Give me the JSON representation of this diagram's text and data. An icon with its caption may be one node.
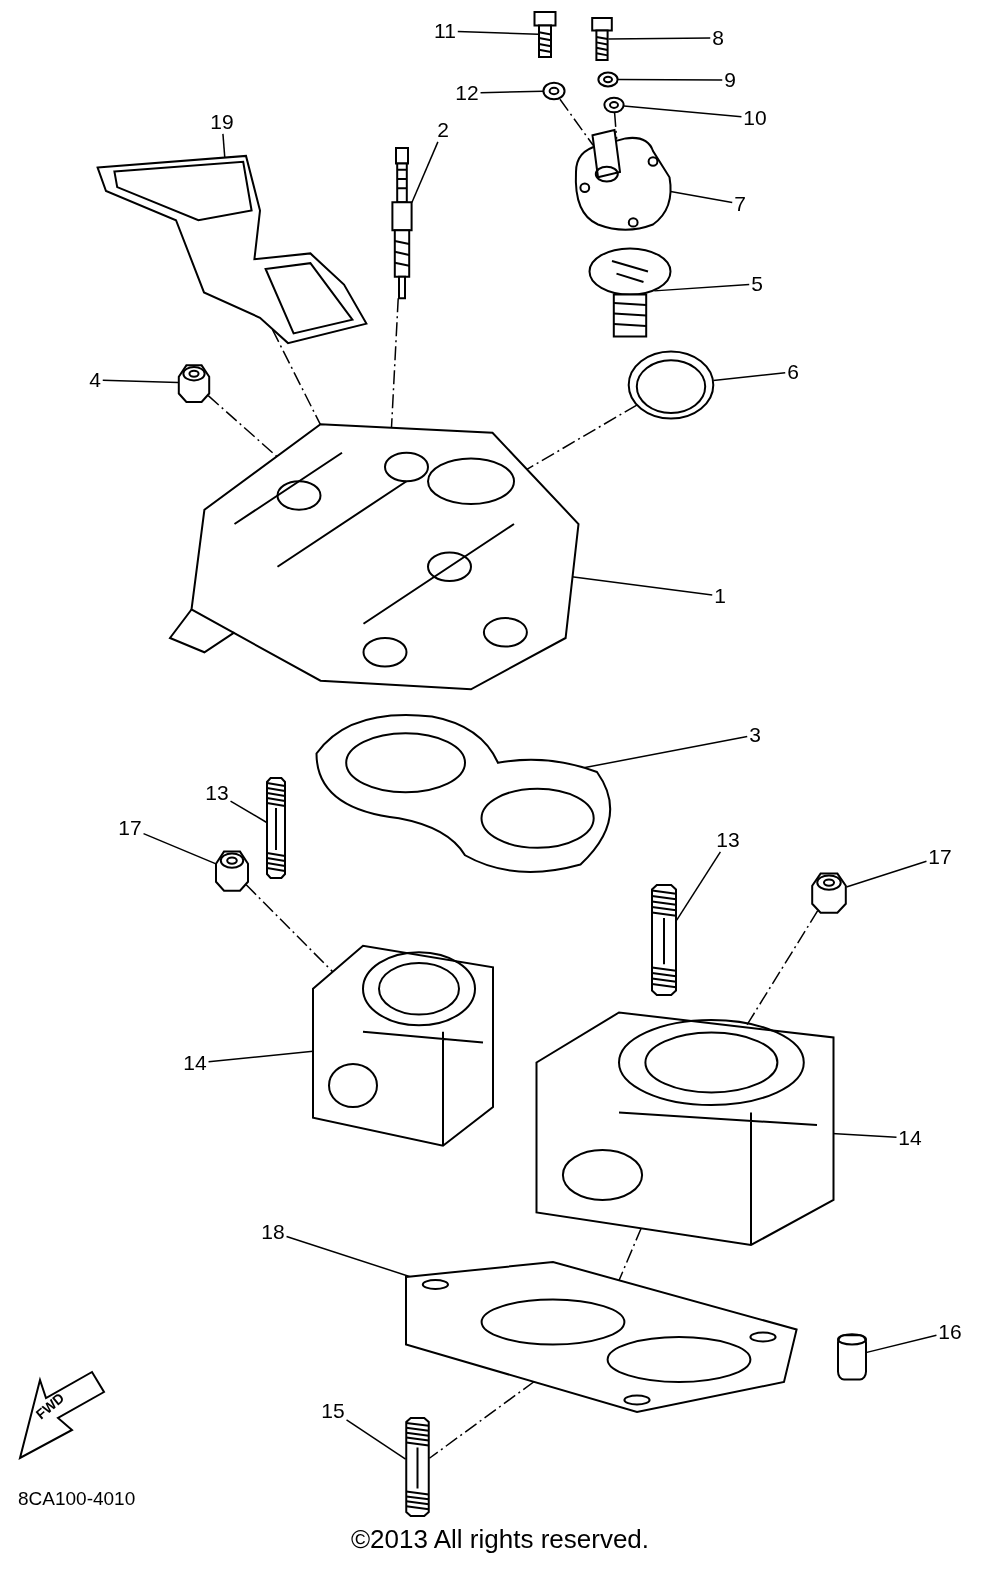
{
  "diagram": {
    "nodes": [
      {
        "text": [
          "11"
        ]
      },
      {
        "text": [],
        "shape": "picture"
      },
      {
        "text": [
          "8"
        ]
      },
      {
        "text": [],
        "shape": "picture"
      },
      {
        "text": [
          "12"
        ]
      },
      {
        "text": [],
        "shape": "picture"
      },
      {
        "text": [
          "9"
        ]
      },
      {
        "text": [],
        "shape": "picture"
      },
      {
        "text": [
          "10"
        ]
      },
      {
        "text": [],
        "shape": "picture"
      },
      {
        "text": [
          "19"
        ]
      },
      {
        "text": [],
        "shape": "picture"
      },
      {
        "text": [
          "2"
        ]
      },
      {
        "text": [],
        "shape": "picture"
      },
      {
        "text": [
          "7"
        ]
      },
      {
        "text": [],
        "shape": "picture"
      },
      {
        "text": [
          "5"
        ]
      },
      {
        "text": [],
        "shape": "picture"
      },
      {
        "text": [
          "4"
        ]
      },
      {
        "text": [],
        "shape": "picture"
      },
      {
        "text": [
          "6"
        ]
      },
      {
        "text": [],
        "shape": "picture"
      },
      {
        "text": [
          "1"
        ]
      },
      {
        "text": [],
        "shape": "picture"
      },
      {
        "text": [
          "3"
        ]
      },
      {
        "text": [],
        "shape": "picture"
      },
      {
        "text": [
          "13"
        ]
      },
      {
        "text": [],
        "shape": "picture"
      },
      {
        "text": [
          "17"
        ]
      },
      {
        "text": [],
        "shape": "picture"
      },
      {
        "text": [
          "13"
        ]
      },
      {
        "text": [],
        "shape": "picture"
      },
      {
        "text": [
          "17"
        ]
      },
      {
        "text": [],
        "shape": "picture"
      },
      {
        "text": [
          "14"
        ]
      },
      {
        "text": [],
        "shape": "picture"
      },
      {
        "text": [
          "14"
        ]
      },
      {
        "text": [],
        "shape": "picture"
      },
      {
        "text": [
          "18"
        ]
      },
      {
        "text": [],
        "shape": "picture"
      },
      {
        "text": [
          "16"
        ]
      },
      {
        "text": [],
        "shape": "picture"
      },
      {
        "text": [
          "15"
        ]
      },
      {
        "text": [],
        "shape": "picture"
      }
    ],
    "edges": [
      {
        "from": 0,
        "to": 1,
        "arrow": "none"
      },
      {
        "from": 2,
        "to": 3,
        "arrow": "none"
      },
      {
        "from": 4,
        "to": 5,
        "arrow": "none"
      },
      {
        "from": 6,
        "to": 7,
        "arrow": "none"
      },
      {
        "from": 8,
        "to": 9,
        "arrow": "none"
      },
      {
        "from": 10,
        "to": 11,
        "arrow": "none"
      },
      {
        "from": 12,
        "to": 13,
        "arrow": "none"
      },
      {
        "from": 14,
        "to": 15,
        "arrow": "none"
      },
      {
        "from": 16,
        "to": 17,
        "arrow": "none"
      },
      {
        "from": 18,
        "to": 19,
        "arrow": "none"
      },
      {
        "from": 20,
        "to": 21,
        "arrow": "none"
      },
      {
        "from": 22,
        "to": 23,
        "arrow": "none"
      },
      {
        "from": 24,
        "to": 25,
        "arrow": "none"
      },
      {
        "from": 26,
        "to": 27,
        "arrow": "none"
      },
      {
        "from": 28,
        "to": 29,
        "arrow": "none"
      },
      {
        "from": 30,
        "to": 31,
        "arrow": "none"
      },
      {
        "from": 32,
        "to": 33,
        "arrow": "none"
      },
      {
        "from": 34,
        "to": 35,
        "arrow": "none"
      },
      {
        "from": 36,
        "to": 37,
        "arrow": "none"
      },
      {
        "from": 38,
        "to": 39,
        "arrow": "none"
      },
      {
        "from": 40,
        "to": 41,
        "arrow": "none"
      },
      {
        "from": 42,
        "to": 43,
        "arrow": "none"
      },
      {
        "from": 11,
        "to": 23,
        "arrow": "none",
        "style": "dashed"
      },
      {
        "from": 13,
        "to": 23,
        "arrow": "none",
        "style": "dashed"
      },
      {
        "from": 19,
        "to": 23,
        "arrow": "none",
        "style": "dashed"
      },
      {
        "from": 21,
        "to": 23,
        "arrow": "none",
        "style": "dashed"
      },
      {
        "from": 5,
        "to": 15,
        "arrow": "none",
        "style": "dashed"
      },
      {
        "from": 9,
        "to": 15,
        "arrow": "none",
        "style": "dashed"
      },
      {
        "from": 29,
        "to": 35,
        "arrow": "none",
        "style": "dashed"
      },
      {
        "from": 33,
        "to": 37,
        "arrow": "none",
        "style": "dashed"
      },
      {
        "from": 39,
        "to": 43,
        "arrow": "none",
        "style": "dashed"
      },
      {
        "from": 37,
        "to": 39,
        "arrow": "none",
        "style": "dashed"
      }
    ],
    "labels": [
      "FWD",
      "8CA100-4010",
      "©2013 All rights reserved."
    ]
  }
}
